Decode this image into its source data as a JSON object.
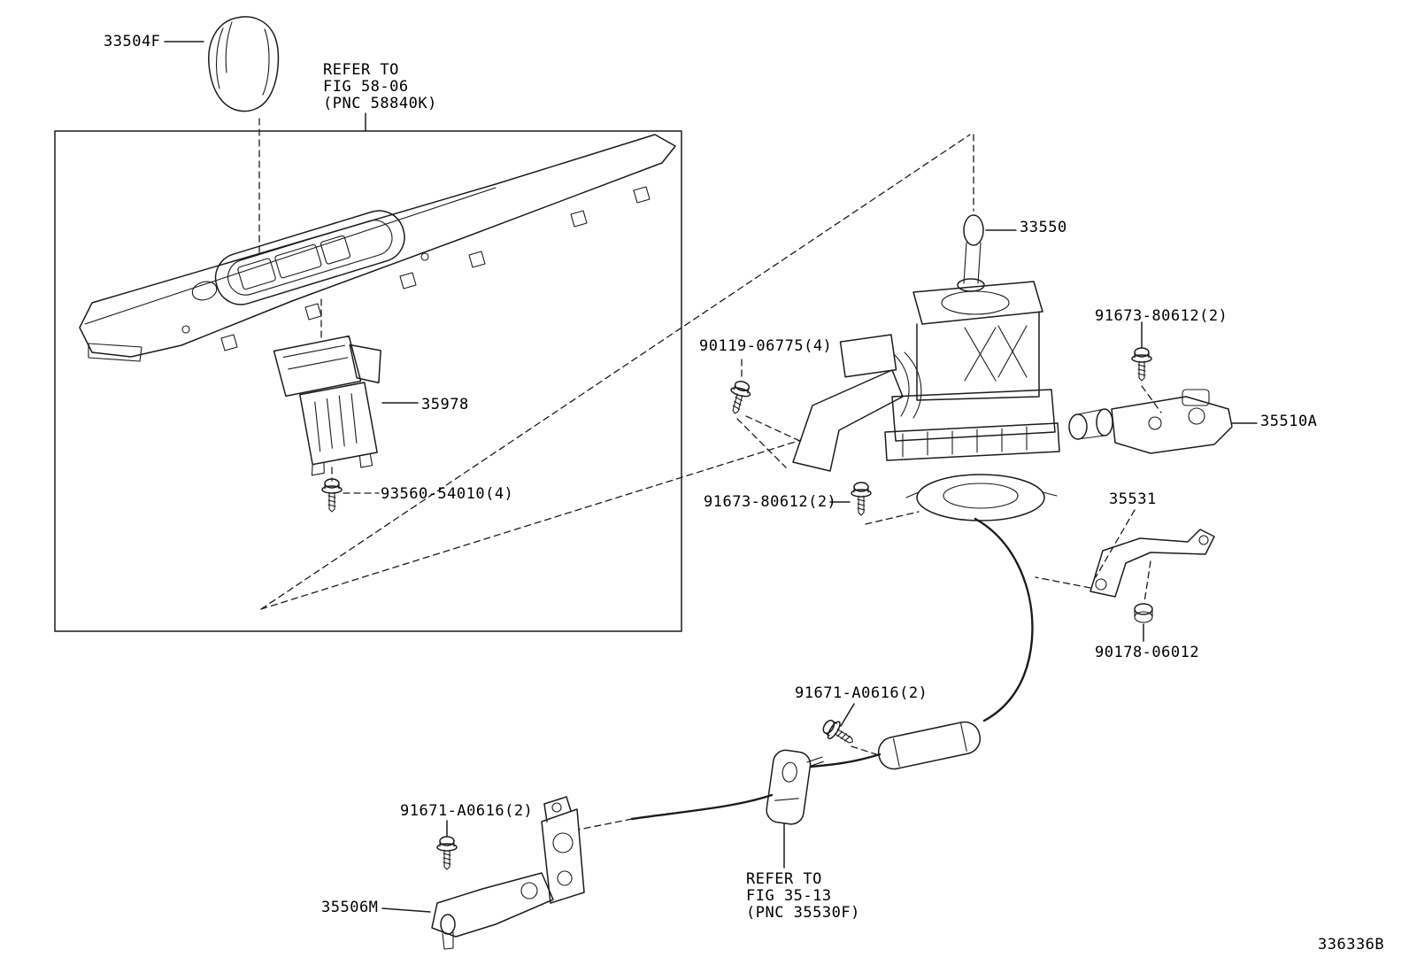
{
  "diagram": {
    "code": "336336B",
    "parts": {
      "knob": "33504F",
      "lever_assy": "33550",
      "shift_lock": "35978",
      "bracket_upper": "35510A",
      "clamp_bracket": "35531",
      "bracket_lower": "35506M"
    },
    "fasteners": {
      "screw_93560": "93560-54010(4)",
      "bolt_90119": "90119-06775(4)",
      "bolt_91673_a": "91673-80612(2)",
      "bolt_91673_b": "91673-80612(2)",
      "nut_90178": "90178-06012",
      "bolt_91671_a": "91671-A0616(2)",
      "bolt_91671_b": "91671-A0616(2)"
    },
    "notes": {
      "ref_fig58": "REFER TO\nFIG 58-06\n(PNC 58840K)",
      "ref_fig35": "REFER TO\nFIG 35-13\n(PNC 35530F)"
    }
  }
}
